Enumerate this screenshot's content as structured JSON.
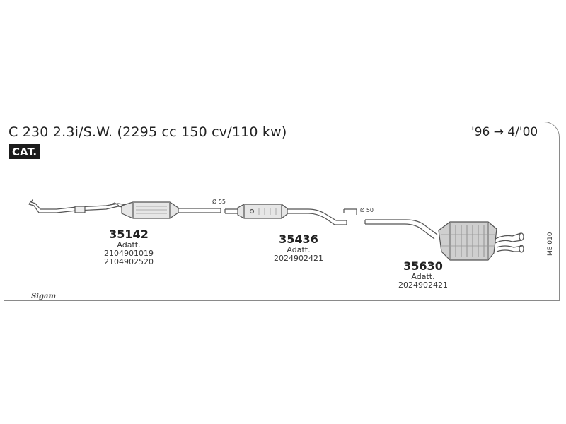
{
  "header": {
    "title": "C 230 2.3i/S.W. (2295 cc 150 cv/110 kw)",
    "years": "'96 → 4/'00",
    "badge": "CAT."
  },
  "parts": [
    {
      "number": "35142",
      "label": "Adatt.",
      "codes": [
        "2104901019",
        "2104902520"
      ]
    },
    {
      "number": "35436",
      "label": "Adatt.",
      "codes": [
        "2024902421"
      ]
    },
    {
      "number": "35630",
      "label": "Adatt.",
      "codes": [
        "2024902421"
      ]
    }
  ],
  "diameters": [
    "Ø 55",
    "Ø 50"
  ],
  "ref_code": "ME 010",
  "logo_text": "Sigam"
}
